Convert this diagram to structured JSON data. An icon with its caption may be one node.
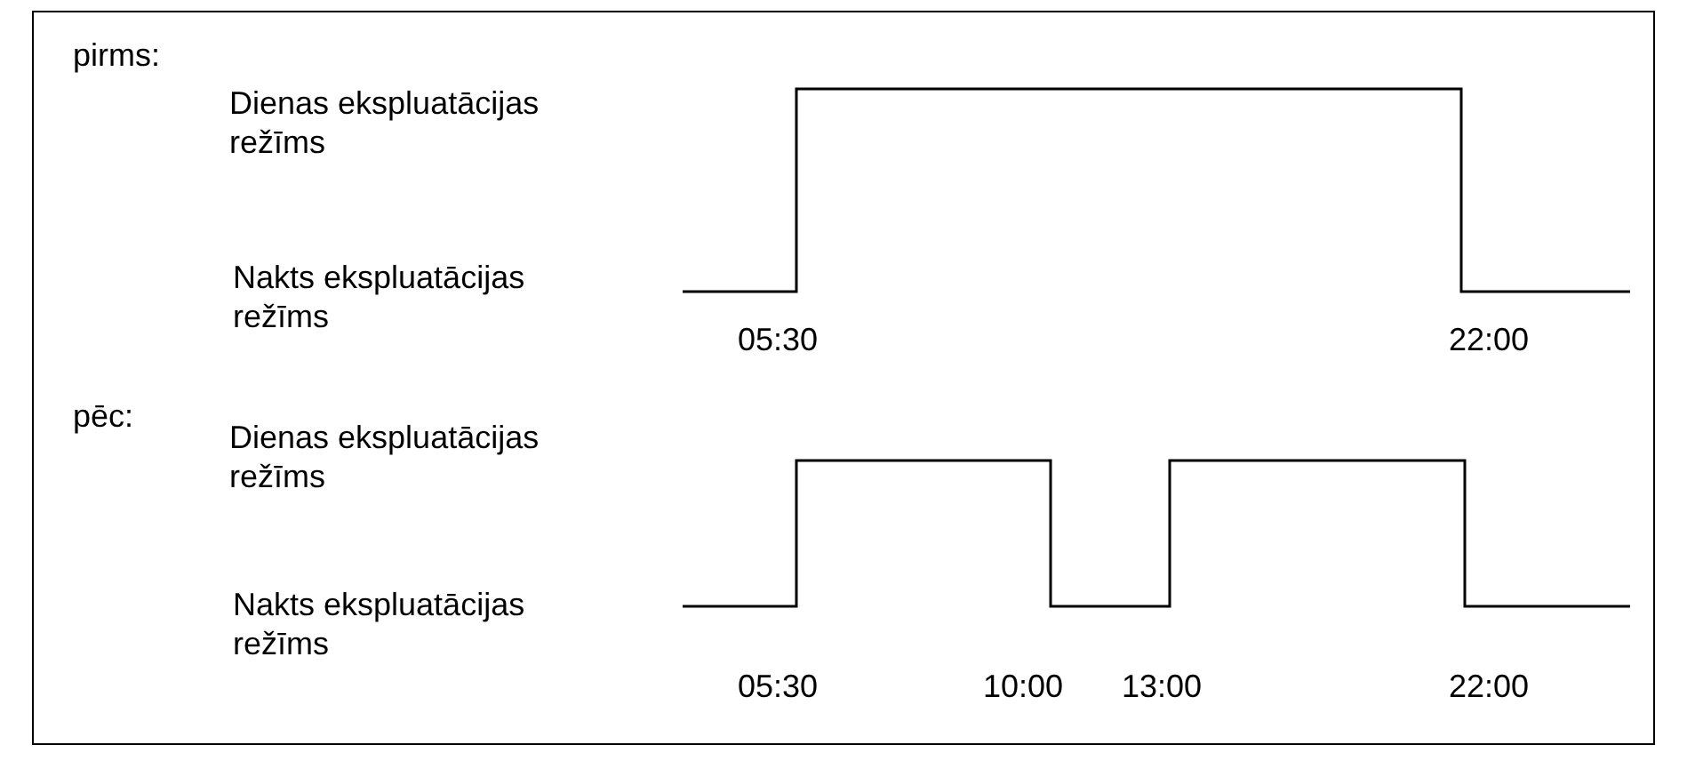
{
  "diagram": {
    "labels": [
      "pirms:",
      "Dienas ekspluatācijas režīms",
      "Nakts ekspluatācijas režīms",
      "05:30",
      "22:00",
      "pēc:",
      "Dienas ekspluatācijas režīms",
      "Nakts ekspluatācijas režīms",
      "05:30",
      "10:00",
      "13:00",
      "22:00"
    ]
  }
}
